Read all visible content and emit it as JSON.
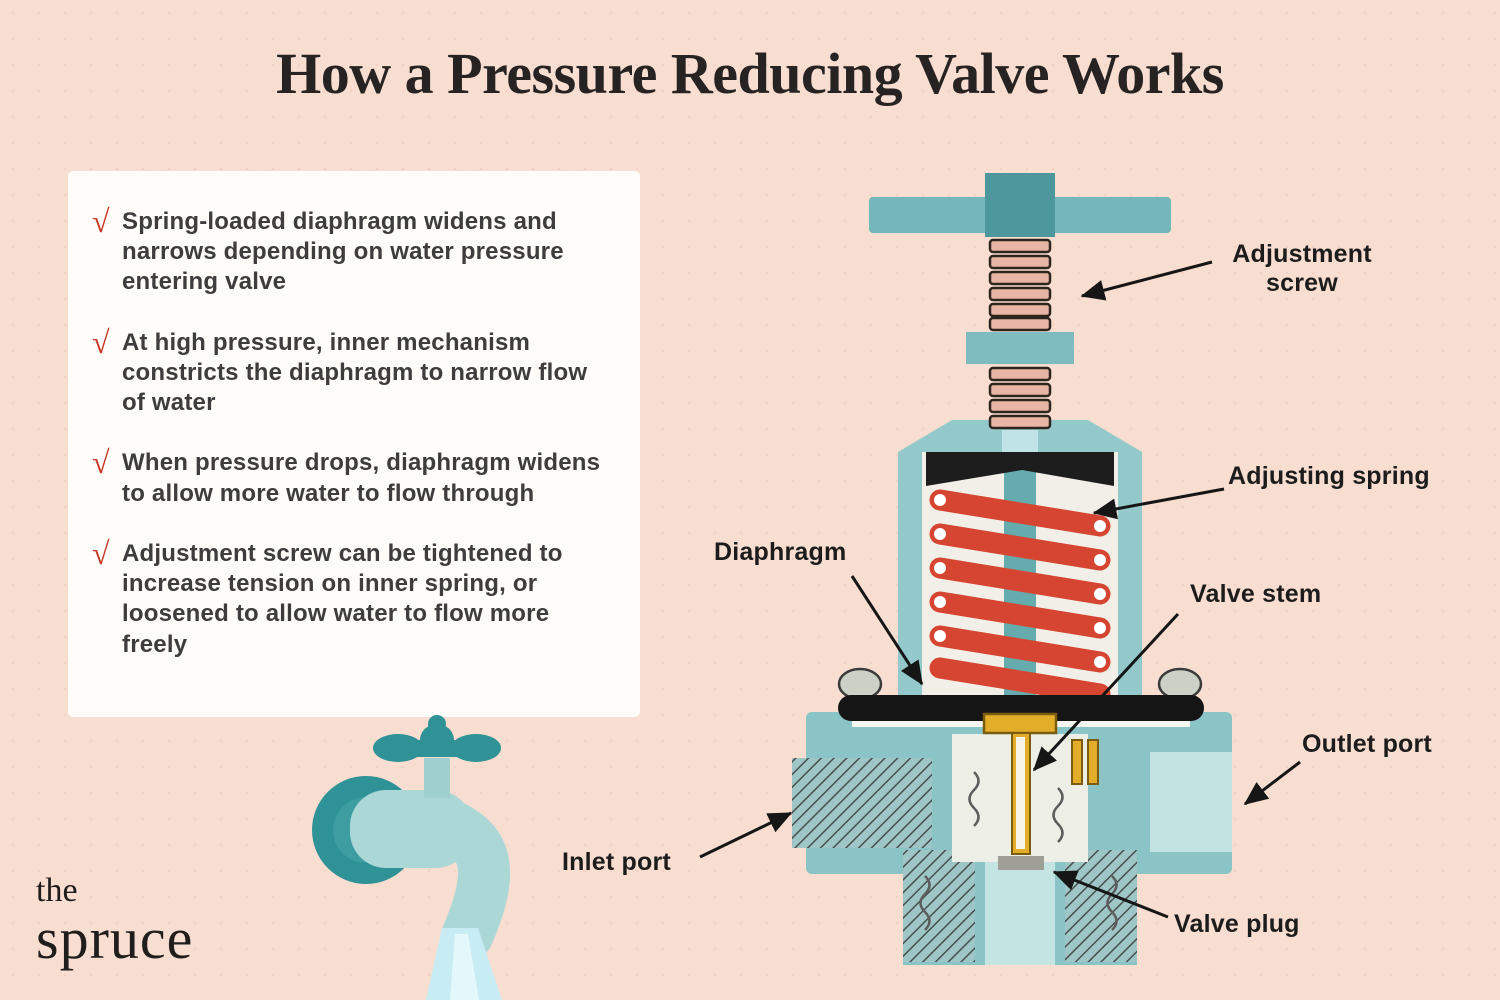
{
  "title": "How a Pressure Reducing Valve Works",
  "checklist": {
    "check_glyph": "√",
    "items": [
      {
        "text": "Spring-loaded diaphragm widens and narrows depending on water pressure entering valve"
      },
      {
        "text": "At high pressure, inner mechanism constricts the diaphragm to narrow flow of water"
      },
      {
        "text": "When pressure drops, diaphragm widens to allow more water to flow through"
      },
      {
        "text": "Adjustment screw can be tightened to increase tension on inner spring, or loosened to allow water to flow more freely"
      }
    ]
  },
  "labels": {
    "adjustment_screw": "Adjustment screw",
    "adjusting_spring": "Adjusting spring",
    "diaphragm": "Diaphragm",
    "valve_stem": "Valve stem",
    "outlet_port": "Outlet port",
    "inlet_port": "Inlet port",
    "valve_plug": "Valve plug"
  },
  "logo": {
    "word1": "the",
    "word2": "spruce"
  },
  "colors": {
    "background": "#f8ddd1",
    "card": "#fdfcf8",
    "check_red": "#c63726",
    "valve_teal": "#8ac4c6",
    "valve_teal_dark": "#4e979c",
    "spring_red": "#d64531",
    "thread_pink": "#e9b6a5",
    "stem_gold": "#e3ad2a",
    "water_blue": "#c8ecf4",
    "label_text": "#1c1c1c",
    "body_text": "#3d3d3d"
  }
}
